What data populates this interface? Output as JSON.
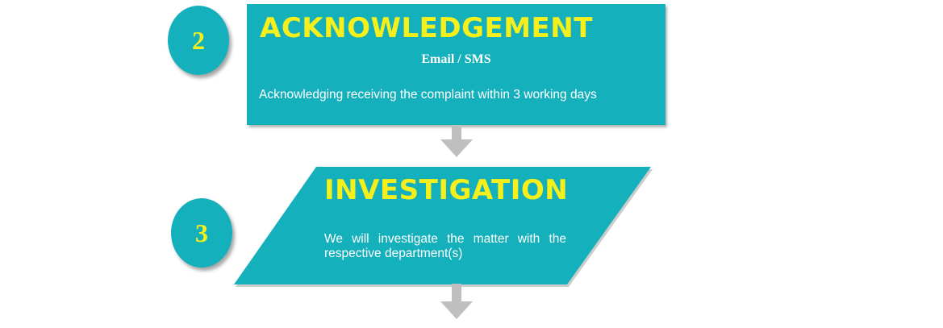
{
  "steps": [
    {
      "number": "2",
      "title": "ACKNOWLEDGEMENT",
      "subtitle": "Email / SMS",
      "description": "Acknowledging receiving the complaint within 3 working days"
    },
    {
      "number": "3",
      "title": "INVESTIGATION",
      "description": "We will investigate the matter with the respective department(s)"
    }
  ],
  "colors": {
    "box": "#14b0bc",
    "title": "#f5f01c",
    "text": "#ffffff",
    "arrow": "#bfbfbf"
  },
  "icons": [
    "down-arrow-icon"
  ]
}
